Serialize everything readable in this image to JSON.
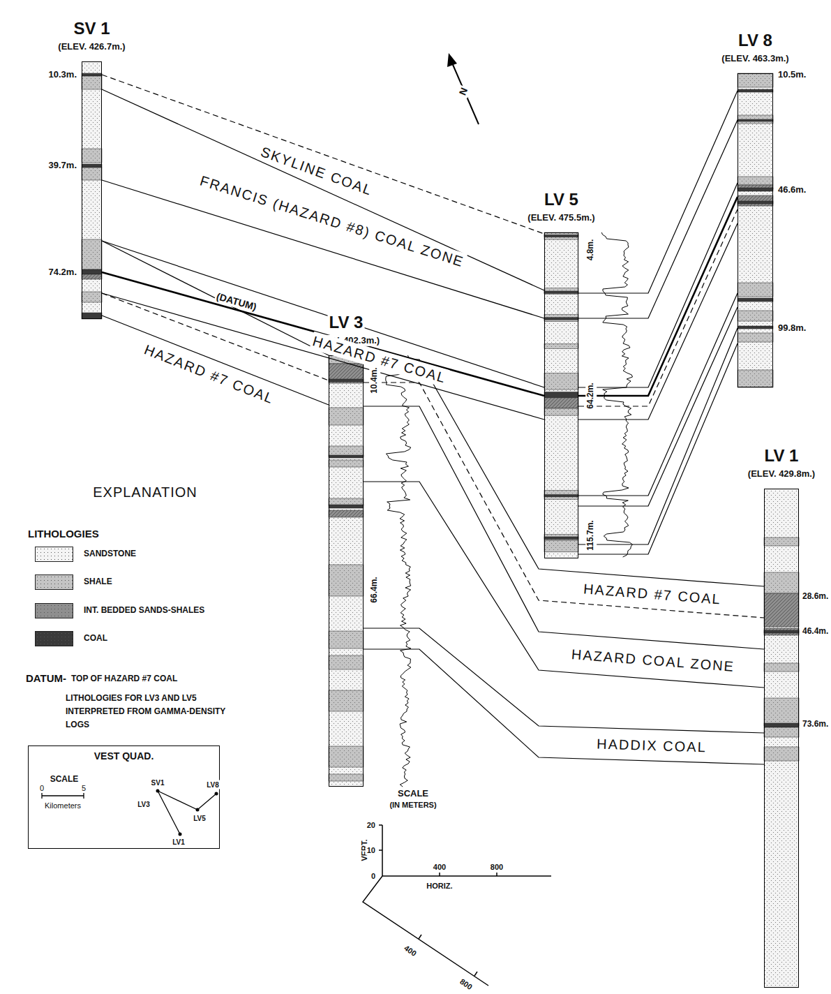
{
  "diagram": {
    "nodes": [
      {
        "text": [
          "SV 1",
          "(ELEV. 426.7m.)"
        ]
      },
      {
        "text": [
          "LV 5",
          "(ELEV. 475.5m.)"
        ]
      },
      {
        "text": [
          "LV 8",
          "(ELEV. 463.3m.)"
        ]
      },
      {
        "text": [
          "LV 3",
          "(ELEV. 402.3m.)"
        ]
      },
      {
        "text": [
          "LV 1",
          "(ELEV. 429.8m.)"
        ]
      },
      {
        "text": [
          "VEST QUAD."
        ]
      }
    ],
    "edges": [
      {
        "from": 0,
        "to": 1,
        "arrow": "none",
        "label": "SKYLINE COAL"
      },
      {
        "from": 0,
        "to": 1,
        "arrow": "none"
      },
      {
        "from": 0,
        "to": 1,
        "arrow": "none",
        "label": "FRANCIS (HAZARD #8) COAL ZONE"
      },
      {
        "from": 0,
        "to": 1,
        "arrow": "none"
      },
      {
        "from": 0,
        "to": 1,
        "arrow": "none",
        "label": "(DATUM)"
      },
      {
        "from": 0,
        "to": 1,
        "arrow": "none",
        "label": "HAZARD #7 COAL"
      },
      {
        "from": 0,
        "to": 3,
        "arrow": "none"
      },
      {
        "from": 0,
        "to": 3,
        "arrow": "none"
      },
      {
        "from": 0,
        "to": 3,
        "arrow": "none",
        "label": "HAZARD #7 COAL"
      },
      {
        "from": 3,
        "to": 4,
        "arrow": "none"
      },
      {
        "from": 3,
        "to": 4,
        "arrow": "none",
        "label": "HAZARD #7 COAL"
      },
      {
        "from": 3,
        "to": 4,
        "arrow": "none"
      },
      {
        "from": 3,
        "to": 4,
        "arrow": "none",
        "label": "HAZARD COAL ZONE"
      },
      {
        "from": 3,
        "to": 4,
        "arrow": "none"
      },
      {
        "from": 3,
        "to": 4,
        "arrow": "none",
        "label": "HADDIX COAL"
      },
      {
        "from": 1,
        "to": 2,
        "arrow": "none"
      },
      {
        "from": 1,
        "to": 2,
        "arrow": "none"
      },
      {
        "from": 1,
        "to": 2,
        "arrow": "none"
      },
      {
        "from": 1,
        "to": 2,
        "arrow": "none"
      },
      {
        "from": 1,
        "to": 2,
        "arrow": "none"
      },
      {
        "from": 1,
        "to": 2,
        "arrow": "none"
      },
      {
        "from": 1,
        "to": 2,
        "arrow": "none"
      },
      {
        "from": 1,
        "to": 2,
        "arrow": "none"
      },
      {
        "from": 1,
        "to": 2,
        "arrow": "none"
      },
      {
        "from": 1,
        "to": 2,
        "arrow": "none"
      }
    ],
    "labels": [
      "10.3m.",
      "39.7m.",
      "74.2m.",
      "4.8m.",
      "64.2m.",
      "115.7m.",
      "10.5m.",
      "46.6m.",
      "99.8m.",
      "10.4m.",
      "66.4m.",
      "28.6m.",
      "46.4m.",
      "73.6m.",
      "EXPLANATION",
      "LITHOLOGIES",
      "DATUM-",
      "TOP OF HAZARD #7 COAL",
      "LITHOLOGIES FOR LV3 AND LV5 INTERPRETED FROM GAMMA-DENSITY LOGS",
      "SCALE",
      "0",
      "5",
      "Kilometers",
      "SV1",
      "LV8",
      "LV3",
      "LV5",
      "LV1",
      "SCALE",
      "(IN METERS)",
      "VERT.",
      "20",
      "10",
      "0",
      "400",
      "800",
      "HORIZ.",
      "400",
      "800",
      "N"
    ],
    "legend": [
      {
        "text": "SANDSTONE",
        "color": "#f4f4f4"
      },
      {
        "text": "SHALE",
        "color": "#c4c4c4"
      },
      {
        "text": "INT. BEDDED SANDS-SHALES",
        "color": "#8f8f8f"
      },
      {
        "text": "COAL",
        "color": "#3a3a3a"
      }
    ]
  }
}
